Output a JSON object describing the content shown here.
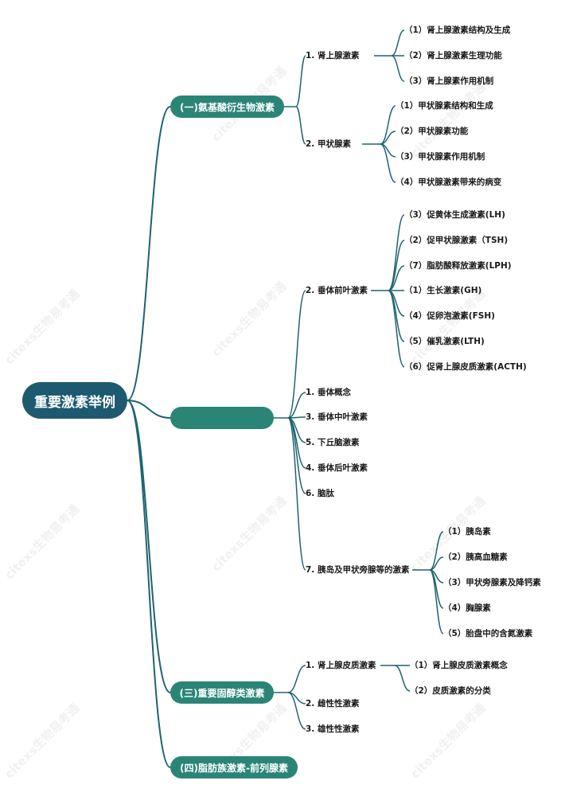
{
  "root": "重要激素举例",
  "watermark": "citexs生物易考通",
  "branches": {
    "b1": {
      "label": "(一)氨基酸衍生物激素",
      "children": {
        "c1": {
          "label": "1. 肾上腺激素",
          "items": [
            "（1）肾上腺激素结构及生成",
            "（2）肾上腺激素生理功能",
            "（3）肾上腺素作用机制"
          ]
        },
        "c2": {
          "label": "2. 甲状腺素",
          "items": [
            "（1）甲状腺素结构和生成",
            "（2）甲状腺素功能",
            "（3）甲状腺素作用机制",
            "（4）甲状腺激素带来的病变"
          ]
        }
      }
    },
    "b2": {
      "label": "",
      "children": {
        "c1": {
          "label": "2. 垂体前叶激素",
          "items": [
            "（3）促黄体生成激素(LH)",
            "（2）促甲状腺激素（TSH)",
            "（7）脂肪酸释放激素(LPH)",
            "（1）生长激素(GH)",
            "（4）促卵泡激素(FSH)",
            "（5）催乳激素(LTH)",
            "（6）促肾上腺皮质激素(ACTH)"
          ]
        },
        "c2": {
          "label": "1. 垂体概念"
        },
        "c3": {
          "label": "3. 垂体中叶激素"
        },
        "c4": {
          "label": "5. 下丘脑激素"
        },
        "c5": {
          "label": "4. 垂体后叶激素"
        },
        "c6": {
          "label": "6. 脑肽"
        },
        "c7": {
          "label": "7. 胰岛及甲状旁腺等的激素",
          "items": [
            "（1）胰岛素",
            "（2）胰高血糖素",
            "（3）甲状旁腺素及降钙素",
            "（4）胸腺素",
            "（5）胎盘中的含氮激素"
          ]
        }
      }
    },
    "b3": {
      "label": "(三)重要固醇类激素",
      "children": {
        "c1": {
          "label": "1. 肾上腺皮质激素",
          "items": [
            "（1）肾上腺皮质激素概念",
            "（2）皮质激素的分类"
          ]
        },
        "c2": {
          "label": "2. 雌性性激素"
        },
        "c3": {
          "label": "3. 雄性性激素"
        }
      }
    },
    "b4": {
      "label": "(四)脂肪族激素-前列腺素"
    }
  },
  "colors": {
    "root": "#1d5a70",
    "branch": "#2a8577",
    "edge": "#1e6470",
    "text": "#1a1a1a"
  }
}
